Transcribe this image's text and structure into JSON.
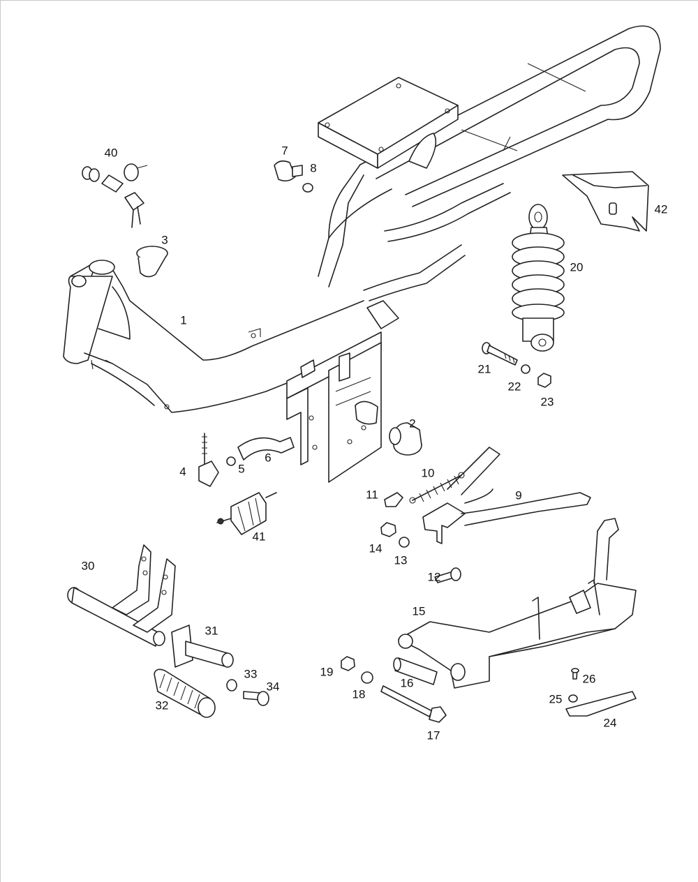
{
  "diagram": {
    "labels": [
      "40",
      "7",
      "8",
      "3",
      "42",
      "20",
      "1",
      "21",
      "22",
      "23",
      "2",
      "4",
      "5",
      "6",
      "10",
      "11",
      "9",
      "41",
      "14",
      "13",
      "12",
      "30",
      "15",
      "31",
      "19",
      "16",
      "26",
      "33",
      "34",
      "18",
      "25",
      "24",
      "32",
      "17"
    ]
  }
}
